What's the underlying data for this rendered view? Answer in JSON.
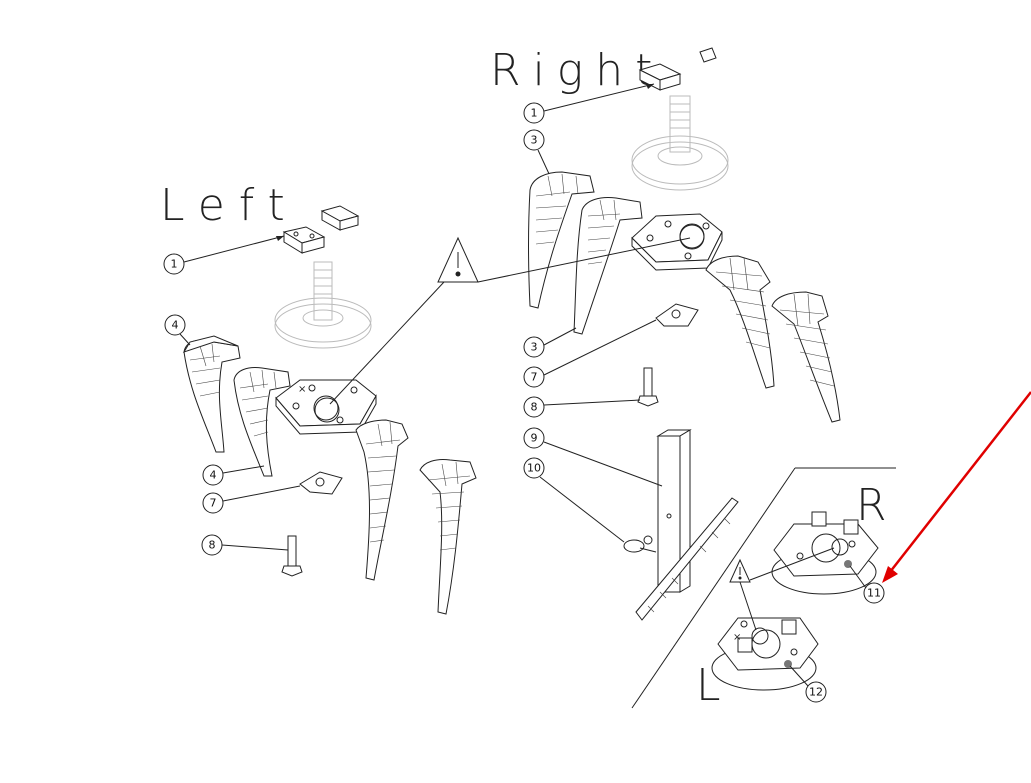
{
  "labels": {
    "left": "Left",
    "right": "Right",
    "r": "R",
    "l": "L"
  },
  "callouts": {
    "left_1": "1",
    "left_4a": "4",
    "left_4b": "4",
    "left_7": "7",
    "left_8": "8",
    "right_1": "1",
    "right_3a": "3",
    "right_3b": "3",
    "right_7": "7",
    "right_8": "8",
    "right_9": "9",
    "right_10": "10",
    "inset_11": "11",
    "inset_12": "12"
  },
  "colors": {
    "line": "#222222",
    "ghost": "#bbbbbb",
    "arrow": "#e00000"
  },
  "icons": [
    "warning-icon"
  ]
}
